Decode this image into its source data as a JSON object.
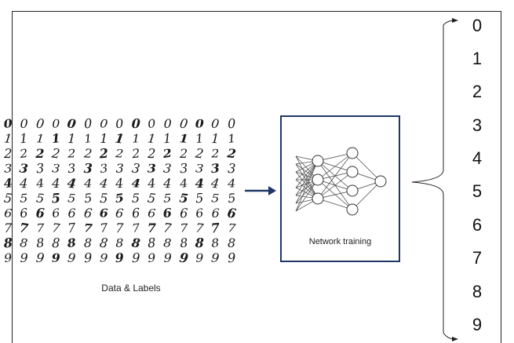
{
  "digit_grid": {
    "rows": [
      [
        "0",
        "0",
        "0",
        "0",
        "0",
        "0",
        "0",
        "0",
        "0",
        "0",
        "0",
        "0",
        "0",
        "0",
        "0"
      ],
      [
        "1",
        "1",
        "1",
        "1",
        "1",
        "1",
        "1",
        "1",
        "1",
        "1",
        "1",
        "1",
        "1",
        "1",
        "1"
      ],
      [
        "2",
        "2",
        "2",
        "2",
        "2",
        "2",
        "2",
        "2",
        "2",
        "2",
        "2",
        "2",
        "2",
        "2",
        "2"
      ],
      [
        "3",
        "3",
        "3",
        "3",
        "3",
        "3",
        "3",
        "3",
        "3",
        "3",
        "3",
        "3",
        "3",
        "3",
        "3"
      ],
      [
        "4",
        "4",
        "4",
        "4",
        "4",
        "4",
        "4",
        "4",
        "4",
        "4",
        "4",
        "4",
        "4",
        "4",
        "4"
      ],
      [
        "5",
        "5",
        "5",
        "5",
        "5",
        "5",
        "5",
        "5",
        "5",
        "5",
        "5",
        "5",
        "5",
        "5",
        "5"
      ],
      [
        "6",
        "6",
        "6",
        "6",
        "6",
        "6",
        "6",
        "6",
        "6",
        "6",
        "6",
        "6",
        "6",
        "6",
        "6"
      ],
      [
        "7",
        "7",
        "7",
        "7",
        "7",
        "7",
        "7",
        "7",
        "7",
        "7",
        "7",
        "7",
        "7",
        "7",
        "7"
      ],
      [
        "8",
        "8",
        "8",
        "8",
        "8",
        "8",
        "8",
        "8",
        "8",
        "8",
        "8",
        "8",
        "8",
        "8",
        "8"
      ],
      [
        "9",
        "9",
        "9",
        "9",
        "9",
        "9",
        "9",
        "9",
        "9",
        "9",
        "9",
        "9",
        "9",
        "9",
        "9"
      ]
    ],
    "caption": "Data & Labels"
  },
  "network": {
    "label": "Network training",
    "border_color": "#1f3768"
  },
  "arrow_color": "#1f3768",
  "outputs": [
    "0",
    "1",
    "2",
    "3",
    "4",
    "5",
    "6",
    "7",
    "8",
    "9"
  ]
}
